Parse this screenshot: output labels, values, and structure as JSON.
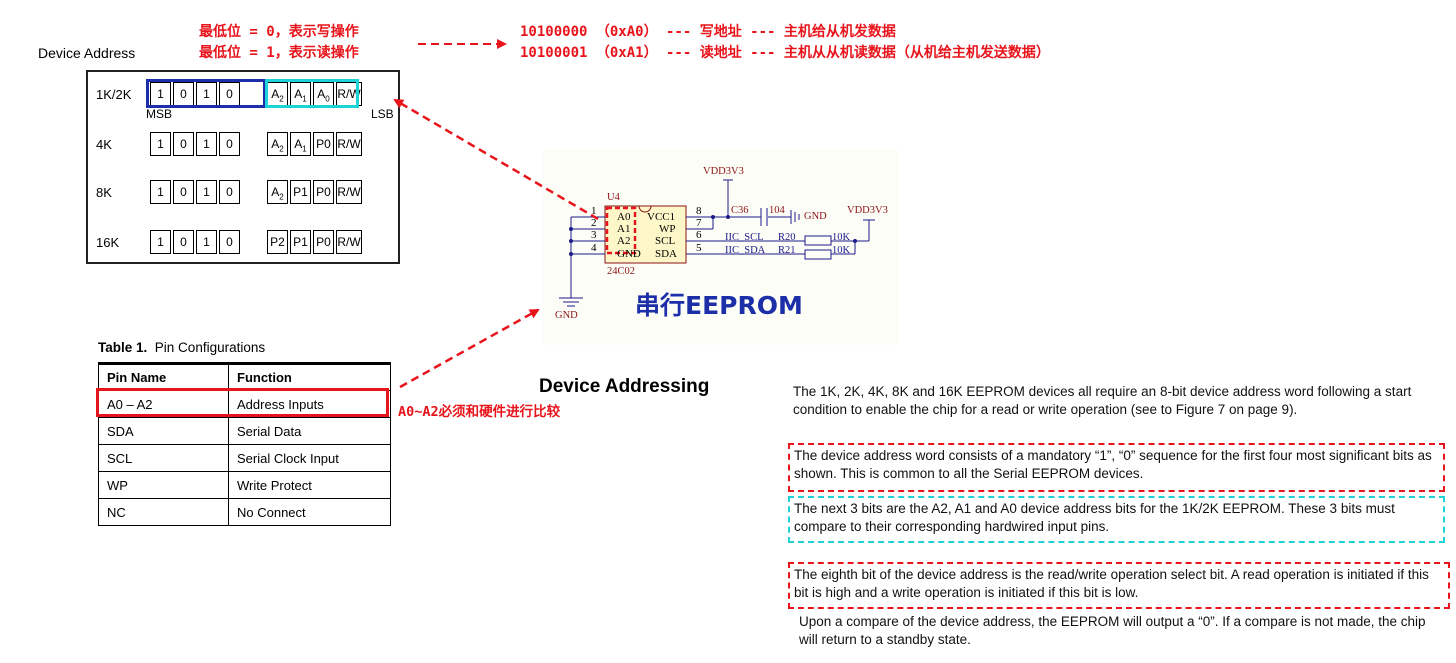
{
  "annotations": {
    "lsb0": "最低位 = 0，表示写操作",
    "lsb1": "最低位 = 1，表示读操作",
    "write_addr": "10100000 （0xA0） --- 写地址 --- 主机给从机发数据",
    "read_addr": "10100001 （0xA1） --- 读地址 --- 主机从从机读数据（从机给主机发送数据）",
    "compare_note": "A0~A2必须和硬件进行比较"
  },
  "device_address": {
    "title": "Device Address",
    "msb": "MSB",
    "lsb": "LSB",
    "rows": [
      {
        "label": "1K/2K",
        "bits": [
          "1",
          "0",
          "1",
          "0",
          "A2",
          "A1",
          "A0",
          "R/W"
        ]
      },
      {
        "label": "4K",
        "bits": [
          "1",
          "0",
          "1",
          "0",
          "A2",
          "A1",
          "P0",
          "R/W"
        ]
      },
      {
        "label": "8K",
        "bits": [
          "1",
          "0",
          "1",
          "0",
          "A2",
          "P1",
          "P0",
          "R/W"
        ]
      },
      {
        "label": "16K",
        "bits": [
          "1",
          "0",
          "1",
          "0",
          "P2",
          "P1",
          "P0",
          "R/W"
        ]
      }
    ]
  },
  "schematic": {
    "title": "串行EEPROM",
    "chip_ref": "U4",
    "chip_part": "24C02",
    "left_pins": [
      "A0",
      "A1",
      "A2",
      "GND"
    ],
    "left_nums": [
      "1",
      "2",
      "3",
      "4"
    ],
    "right_pins": [
      "VCC1",
      "WP",
      "SCL",
      "SDA"
    ],
    "right_nums": [
      "8",
      "7",
      "6",
      "5"
    ],
    "vdd_top": "VDD3V3",
    "vdd_right": "VDD3V3",
    "cap_ref": "C36",
    "cap_val": "104",
    "gnd_cap": "GND",
    "gnd_left": "GND",
    "net_scl": "IIC_SCL",
    "net_sda": "IIC_SDA",
    "r20": "R20",
    "r21": "R21",
    "r20_val": "10K",
    "r21_val": "10K"
  },
  "table": {
    "caption_bold": "Table 1.",
    "caption": "Pin Configurations",
    "headers": [
      "Pin Name",
      "Function"
    ],
    "rows": [
      [
        "A0 – A2",
        "Address Inputs"
      ],
      [
        "SDA",
        "Serial Data"
      ],
      [
        "SCL",
        "Serial Clock Input"
      ],
      [
        "WP",
        "Write Protect"
      ],
      [
        "NC",
        "No Connect"
      ]
    ]
  },
  "section": {
    "title": "Device Addressing",
    "p1": "The 1K, 2K, 4K, 8K and 16K EEPROM devices all require an 8-bit device address word following a start condition to enable the chip for a read or write operation (see to Figure 7 on page 9).",
    "p2": "The device address word consists of a mandatory “1”, “0” sequence for the first four most significant bits as shown. This is common to all the Serial EEPROM devices.",
    "p3": "The next 3 bits are the A2, A1 and A0 device address bits for the 1K/2K EEPROM. These 3 bits must compare to their corresponding hardwired input pins.",
    "p4": "The eighth bit of the device address is the read/write operation select bit. A read operation is initiated if this bit is high and a write operation is initiated if this bit is low.",
    "p5": "Upon a compare of the device address, the EEPROM will output a “0”. If a compare is not made, the chip will return to a standby state."
  },
  "colors": {
    "red": "#e8141b",
    "blue": "#1c2fa8",
    "cyan": "#1ed3d8"
  }
}
